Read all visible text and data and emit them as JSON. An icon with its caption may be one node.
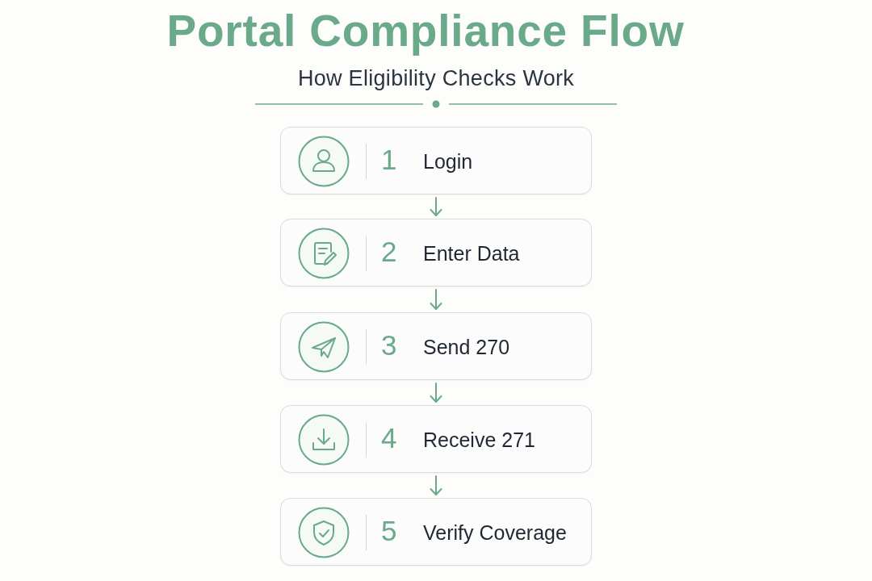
{
  "diagram": {
    "title": "Portal Compliance Flow",
    "caption": "How Eligibility Checks Work",
    "nodes": [
      {
        "text": [
          "1",
          "Login"
        ]
      },
      {
        "text": [
          "2",
          "Enter Data"
        ]
      },
      {
        "text": [
          "3",
          "Send 270"
        ]
      },
      {
        "text": [
          "4",
          "Receive 271"
        ]
      },
      {
        "text": [
          "5",
          "Verify Coverage"
        ]
      }
    ],
    "edges": [
      {
        "from": 0,
        "to": 1,
        "arrow": "to"
      },
      {
        "from": 1,
        "to": 2,
        "arrow": "to"
      },
      {
        "from": 2,
        "to": 3,
        "arrow": "to"
      },
      {
        "from": 3,
        "to": 4,
        "arrow": "to"
      }
    ]
  }
}
